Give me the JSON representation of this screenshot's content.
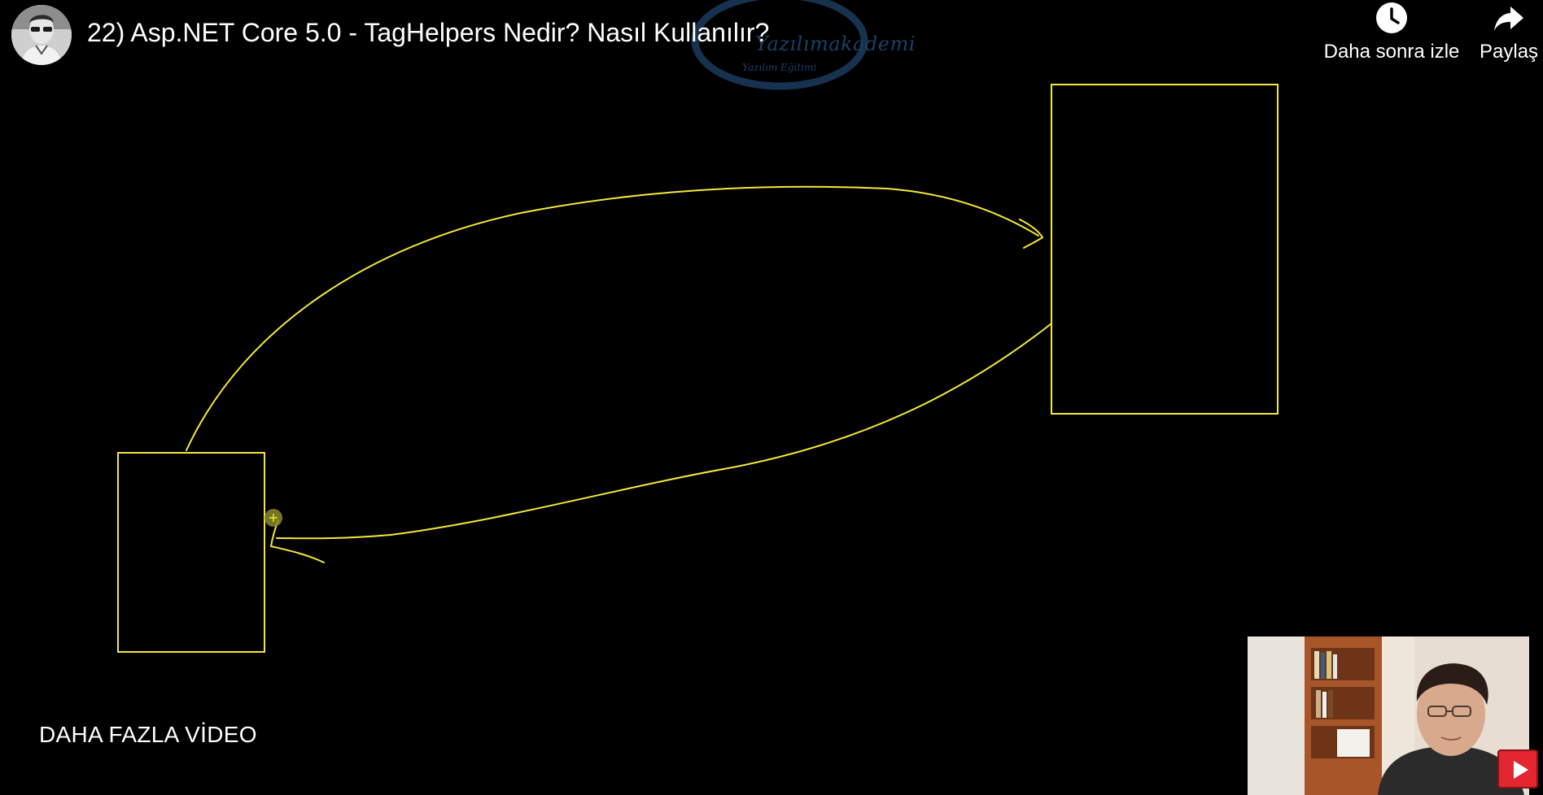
{
  "video": {
    "title": "22) Asp.NET Core 5.0 - TagHelpers Nedir? Nasıl Kullanılır?"
  },
  "channel": {
    "avatar_icon": "channel-avatar-photo"
  },
  "watermark": {
    "text": "Yazılımakademi",
    "subtext": "Yazılım Eğitimi"
  },
  "actions": {
    "watch_later": {
      "label": "Daha sonra izle",
      "icon": "clock-icon"
    },
    "share": {
      "label": "Paylaş",
      "icon": "share-arrow-icon"
    }
  },
  "endscreen": {
    "more_videos_label": "DAHA FAZLA VİDEO"
  },
  "colors": {
    "background": "#000000",
    "drawing_stroke": "#f3e83a",
    "cursor_highlight": "#8a8a2a",
    "watermark": "#1b3f63",
    "youtube_red": "#e3262f"
  }
}
